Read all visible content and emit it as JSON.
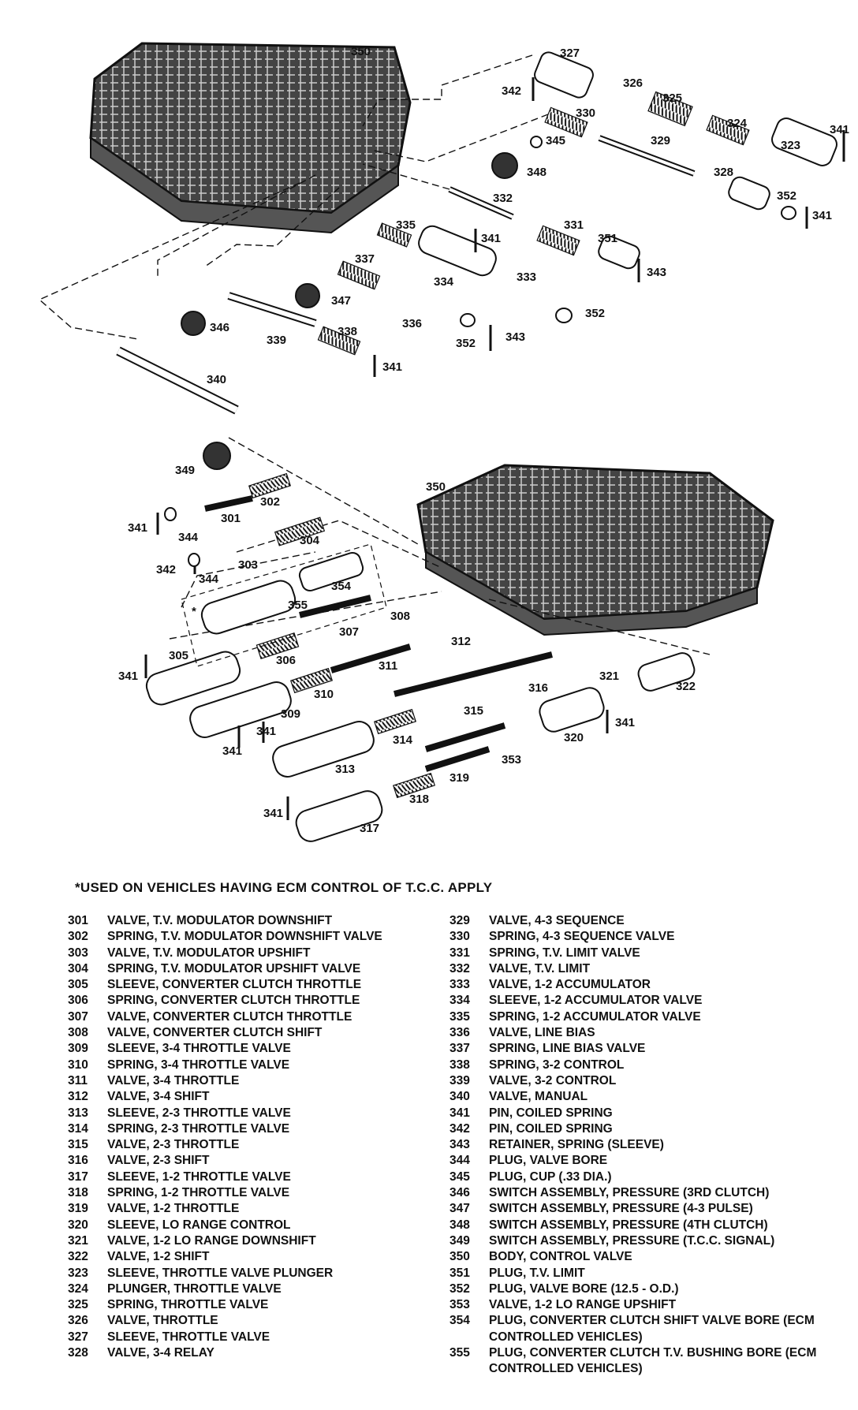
{
  "callouts": [
    "350",
    "327",
    "326",
    "325",
    "324",
    "323",
    "341",
    "342",
    "330",
    "345",
    "329",
    "328",
    "352",
    "348",
    "332",
    "331",
    "351",
    "343",
    "335",
    "337",
    "334",
    "333",
    "347",
    "336",
    "346",
    "339",
    "338",
    "340",
    "349",
    "302",
    "301",
    "344",
    "304",
    "303",
    "354",
    "355",
    "308",
    "307",
    "305",
    "306",
    "312",
    "311",
    "310",
    "316",
    "321",
    "322",
    "309",
    "315",
    "320",
    "314",
    "353",
    "313",
    "319",
    "318",
    "317",
    "*"
  ],
  "footnote": "*USED ON VEHICLES HAVING ECM CONTROL OF T.C.C. APPLY",
  "legend_left": [
    {
      "num": "301",
      "desc": "VALVE, T.V. MODULATOR DOWNSHIFT"
    },
    {
      "num": "302",
      "desc": "SPRING, T.V. MODULATOR DOWNSHIFT VALVE"
    },
    {
      "num": "303",
      "desc": "VALVE, T.V. MODULATOR UPSHIFT"
    },
    {
      "num": "304",
      "desc": "SPRING, T.V. MODULATOR UPSHIFT VALVE"
    },
    {
      "num": "305",
      "desc": "SLEEVE, CONVERTER CLUTCH THROTTLE"
    },
    {
      "num": "306",
      "desc": "SPRING, CONVERTER CLUTCH THROTTLE"
    },
    {
      "num": "307",
      "desc": "VALVE, CONVERTER CLUTCH THROTTLE"
    },
    {
      "num": "308",
      "desc": "VALVE, CONVERTER CLUTCH SHIFT"
    },
    {
      "num": "309",
      "desc": "SLEEVE, 3-4 THROTTLE VALVE"
    },
    {
      "num": "310",
      "desc": "SPRING, 3-4 THROTTLE VALVE"
    },
    {
      "num": "311",
      "desc": "VALVE, 3-4 THROTTLE"
    },
    {
      "num": "312",
      "desc": "VALVE, 3-4 SHIFT"
    },
    {
      "num": "313",
      "desc": "SLEEVE, 2-3 THROTTLE VALVE"
    },
    {
      "num": "314",
      "desc": "SPRING, 2-3 THROTTLE VALVE"
    },
    {
      "num": "315",
      "desc": "VALVE, 2-3 THROTTLE"
    },
    {
      "num": "316",
      "desc": "VALVE, 2-3 SHIFT"
    },
    {
      "num": "317",
      "desc": "SLEEVE, 1-2 THROTTLE VALVE"
    },
    {
      "num": "318",
      "desc": "SPRING, 1-2 THROTTLE VALVE"
    },
    {
      "num": "319",
      "desc": "VALVE, 1-2 THROTTLE"
    },
    {
      "num": "320",
      "desc": "SLEEVE, LO RANGE CONTROL"
    },
    {
      "num": "321",
      "desc": "VALVE, 1-2 LO RANGE DOWNSHIFT"
    },
    {
      "num": "322",
      "desc": "VALVE, 1-2 SHIFT"
    },
    {
      "num": "323",
      "desc": "SLEEVE, THROTTLE VALVE PLUNGER"
    },
    {
      "num": "324",
      "desc": "PLUNGER, THROTTLE VALVE"
    },
    {
      "num": "325",
      "desc": "SPRING, THROTTLE VALVE"
    },
    {
      "num": "326",
      "desc": "VALVE, THROTTLE"
    },
    {
      "num": "327",
      "desc": "SLEEVE, THROTTLE VALVE"
    },
    {
      "num": "328",
      "desc": "VALVE, 3-4 RELAY"
    }
  ],
  "legend_right": [
    {
      "num": "329",
      "desc": "VALVE, 4-3 SEQUENCE"
    },
    {
      "num": "330",
      "desc": "SPRING, 4-3 SEQUENCE VALVE"
    },
    {
      "num": "331",
      "desc": "SPRING, T.V. LIMIT VALVE"
    },
    {
      "num": "332",
      "desc": "VALVE, T.V. LIMIT"
    },
    {
      "num": "333",
      "desc": "VALVE, 1-2 ACCUMULATOR"
    },
    {
      "num": "334",
      "desc": "SLEEVE, 1-2 ACCUMULATOR VALVE"
    },
    {
      "num": "335",
      "desc": "SPRING, 1-2 ACCUMULATOR VALVE"
    },
    {
      "num": "336",
      "desc": "VALVE, LINE BIAS"
    },
    {
      "num": "337",
      "desc": "SPRING, LINE BIAS VALVE"
    },
    {
      "num": "338",
      "desc": "SPRING, 3-2 CONTROL"
    },
    {
      "num": "339",
      "desc": "VALVE, 3-2 CONTROL"
    },
    {
      "num": "340",
      "desc": "VALVE, MANUAL"
    },
    {
      "num": "341",
      "desc": "PIN, COILED SPRING"
    },
    {
      "num": "342",
      "desc": "PIN, COILED SPRING"
    },
    {
      "num": "343",
      "desc": "RETAINER, SPRING (SLEEVE)"
    },
    {
      "num": "344",
      "desc": "PLUG, VALVE BORE"
    },
    {
      "num": "345",
      "desc": "PLUG, CUP (.33 DIA.)"
    },
    {
      "num": "346",
      "desc": "SWITCH ASSEMBLY, PRESSURE (3RD CLUTCH)"
    },
    {
      "num": "347",
      "desc": "SWITCH ASSEMBLY, PRESSURE (4-3 PULSE)"
    },
    {
      "num": "348",
      "desc": "SWITCH ASSEMBLY, PRESSURE (4TH CLUTCH)"
    },
    {
      "num": "349",
      "desc": "SWITCH ASSEMBLY, PRESSURE (T.C.C. SIGNAL)"
    },
    {
      "num": "350",
      "desc": "BODY, CONTROL VALVE"
    },
    {
      "num": "351",
      "desc": "PLUG, T.V. LIMIT"
    },
    {
      "num": "352",
      "desc": "PLUG, VALVE BORE (12.5 - O.D.)"
    },
    {
      "num": "353",
      "desc": "VALVE, 1-2 LO RANGE UPSHIFT"
    },
    {
      "num": "354",
      "desc": "PLUG, CONVERTER CLUTCH SHIFT VALVE BORE (ECM CONTROLLED VEHICLES)"
    },
    {
      "num": "355",
      "desc": "PLUG, CONVERTER CLUTCH T.V. BUSHING BORE (ECM CONTROLLED VEHICLES)"
    }
  ]
}
